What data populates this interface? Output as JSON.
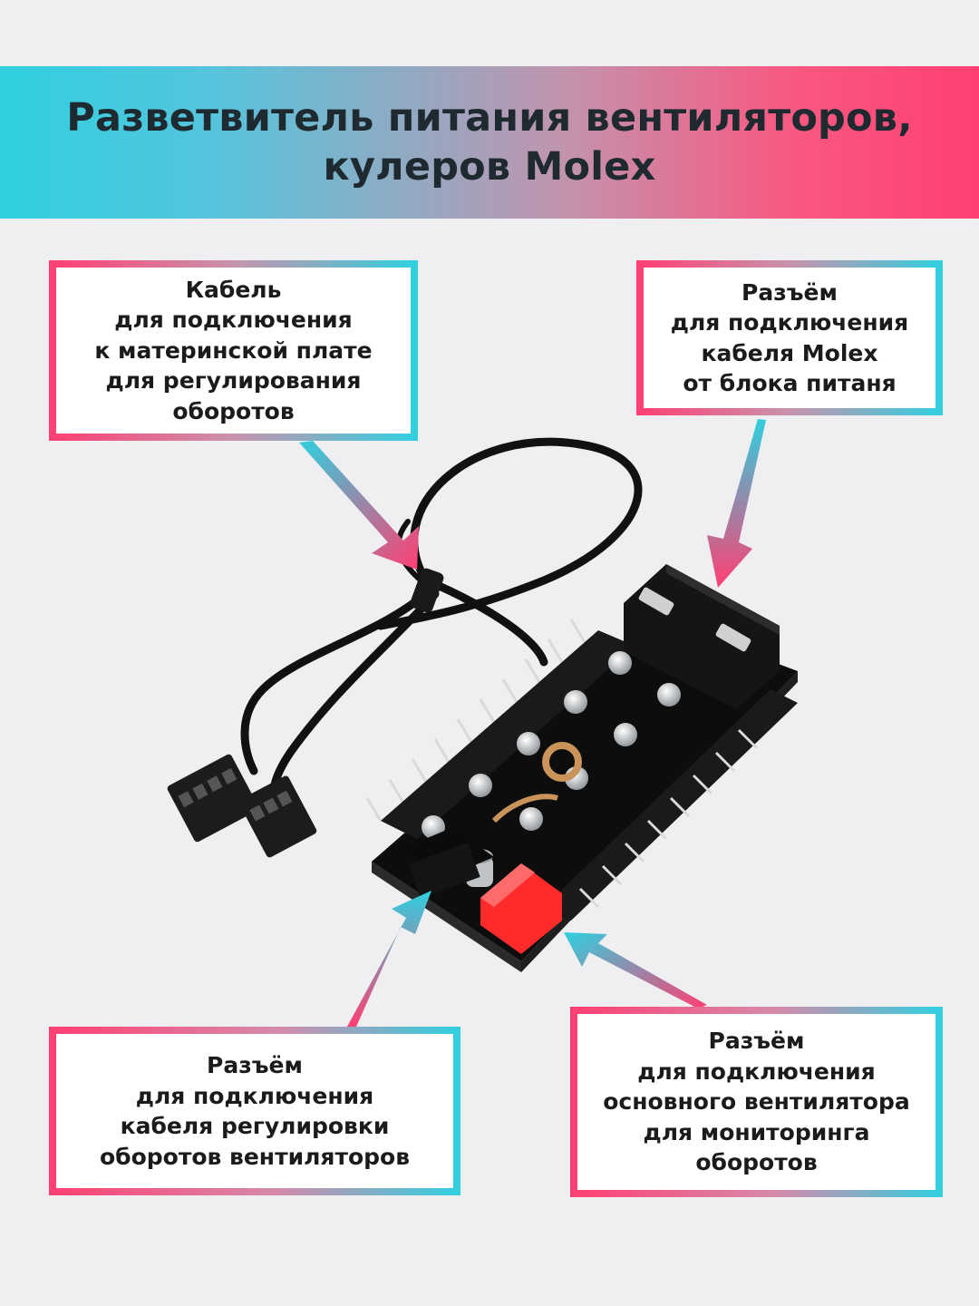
{
  "banner": {
    "line1": "Разветвитель питания вентиляторов,",
    "line2": "кулеров Molex"
  },
  "callouts": {
    "cable": [
      "Кабель",
      "для подключения",
      "к материнской плате",
      "для регулирования",
      "оборотов"
    ],
    "molex": [
      "Разъём",
      "для подключения",
      "кабеля Molex",
      "от блока питаня"
    ],
    "control": [
      "Разъём",
      "для подключения",
      "кабеля регулировки",
      "оборотов вентиляторов"
    ],
    "main_fan": [
      "Разъём",
      "для подключения",
      "основного вентилятора",
      "для мониторинга",
      "оборотов"
    ]
  },
  "colors": {
    "pink": "#ff3f72",
    "cyan": "#2fd0e0",
    "background": "#efeff1"
  }
}
